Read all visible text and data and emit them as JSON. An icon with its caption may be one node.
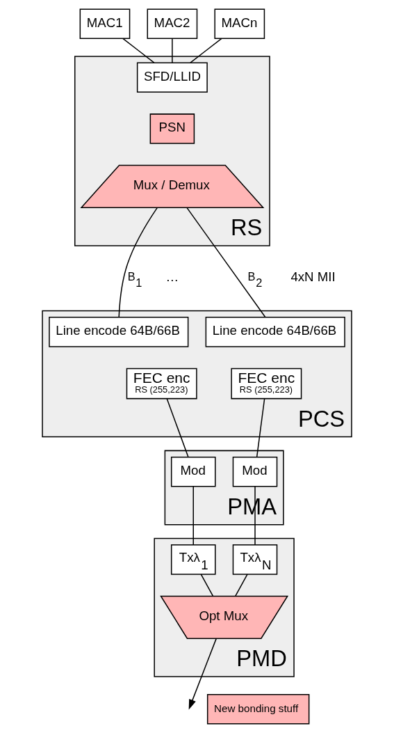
{
  "diagram": {
    "nodes": [
      {
        "text": [
          "MAC1"
        ]
      },
      {
        "text": [
          "MAC2"
        ]
      },
      {
        "text": [
          "MACn"
        ]
      },
      {
        "text": [
          "RS"
        ]
      },
      {
        "text": [
          "SFD/LLID"
        ],
        "in": 3
      },
      {
        "text": [
          "PSN"
        ],
        "in": 3
      },
      {
        "text": [
          "Mux / Demux"
        ],
        "in": 3
      },
      {
        "text": [
          "PCS"
        ]
      },
      {
        "text": [
          "Line encode 64B/66B"
        ],
        "in": 7
      },
      {
        "text": [
          "Line encode 64B/66B"
        ],
        "in": 7
      },
      {
        "text": [
          "FEC enc",
          "RS (255,223)"
        ],
        "in": 7
      },
      {
        "text": [
          "FEC enc",
          "RS (255,223)"
        ],
        "in": 7
      },
      {
        "text": [
          "PMA"
        ]
      },
      {
        "text": [
          "Mod"
        ],
        "in": 12
      },
      {
        "text": [
          "Mod"
        ],
        "in": 12
      },
      {
        "text": [
          "PMD"
        ]
      },
      {
        "text": [
          "Txλ$_{1}$"
        ],
        "in": 15
      },
      {
        "text": [
          "Txλ$_{N}$"
        ],
        "in": 15
      },
      {
        "text": [
          "Opt Mux"
        ],
        "in": 15
      }
    ],
    "edges": [
      {
        "from": 0,
        "to": 4,
        "arrow": "none"
      },
      {
        "from": 1,
        "to": 4,
        "arrow": "none"
      },
      {
        "from": 2,
        "to": 4,
        "arrow": "none"
      },
      {
        "from": 6,
        "to": 8,
        "arrow": "none",
        "label": "B$_{1}$"
      },
      {
        "from": 6,
        "to": 9,
        "arrow": "none",
        "label": "B$_{2}$"
      },
      {
        "from": 10,
        "to": 13,
        "arrow": "none"
      },
      {
        "from": 11,
        "to": 14,
        "arrow": "none"
      },
      {
        "from": 13,
        "to": 16,
        "arrow": "none"
      },
      {
        "from": 14,
        "to": 17,
        "arrow": "none"
      },
      {
        "from": 16,
        "to": 18,
        "arrow": "none"
      },
      {
        "from": 17,
        "to": 18,
        "arrow": "none"
      },
      {
        "from": 18,
        "to": null,
        "arrow": "to"
      }
    ],
    "labels": [
      "…",
      "4xN MII"
    ],
    "legend": [
      {
        "text": "New bonding stuff",
        "color": "#ffb6b6"
      }
    ]
  }
}
